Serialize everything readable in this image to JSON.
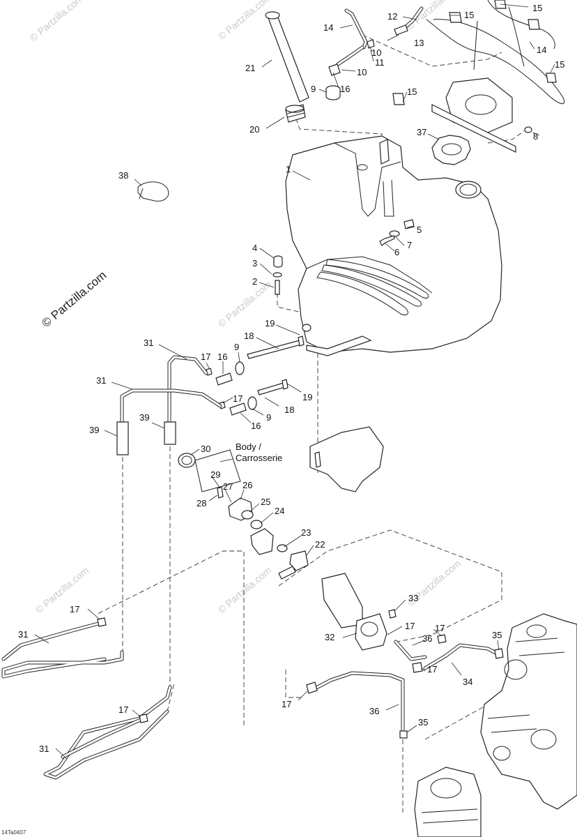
{
  "callouts": [
    {
      "n": "1"
    },
    {
      "n": "2"
    },
    {
      "n": "3"
    },
    {
      "n": "4"
    },
    {
      "n": "5"
    },
    {
      "n": "6"
    },
    {
      "n": "7"
    },
    {
      "n": "8"
    },
    {
      "n": "9"
    },
    {
      "n": "9"
    },
    {
      "n": "9"
    },
    {
      "n": "10"
    },
    {
      "n": "10"
    },
    {
      "n": "11"
    },
    {
      "n": "12"
    },
    {
      "n": "13"
    },
    {
      "n": "14"
    },
    {
      "n": "14"
    },
    {
      "n": "15"
    },
    {
      "n": "15"
    },
    {
      "n": "15"
    },
    {
      "n": "15"
    },
    {
      "n": "16"
    },
    {
      "n": "16"
    },
    {
      "n": "16"
    },
    {
      "n": "17"
    },
    {
      "n": "17"
    },
    {
      "n": "17"
    },
    {
      "n": "17"
    },
    {
      "n": "17"
    },
    {
      "n": "17"
    },
    {
      "n": "17"
    },
    {
      "n": "17"
    },
    {
      "n": "18"
    },
    {
      "n": "18"
    },
    {
      "n": "19"
    },
    {
      "n": "19"
    },
    {
      "n": "20"
    },
    {
      "n": "21"
    },
    {
      "n": "22"
    },
    {
      "n": "23"
    },
    {
      "n": "24"
    },
    {
      "n": "25"
    },
    {
      "n": "26"
    },
    {
      "n": "27"
    },
    {
      "n": "28"
    },
    {
      "n": "29"
    },
    {
      "n": "30"
    },
    {
      "n": "31"
    },
    {
      "n": "31"
    },
    {
      "n": "31"
    },
    {
      "n": "31"
    },
    {
      "n": "32"
    },
    {
      "n": "33"
    },
    {
      "n": "34"
    },
    {
      "n": "35"
    },
    {
      "n": "35"
    },
    {
      "n": "36"
    },
    {
      "n": "36"
    },
    {
      "n": "37"
    },
    {
      "n": "38"
    },
    {
      "n": "39"
    },
    {
      "n": "39"
    }
  ],
  "note": {
    "line1": "Body /",
    "line2": "Carrosserie"
  },
  "watermark": {
    "text": "© Partzilla.com",
    "large_text": "© Partzilla.com"
  },
  "reference_code": "14Ta0407"
}
